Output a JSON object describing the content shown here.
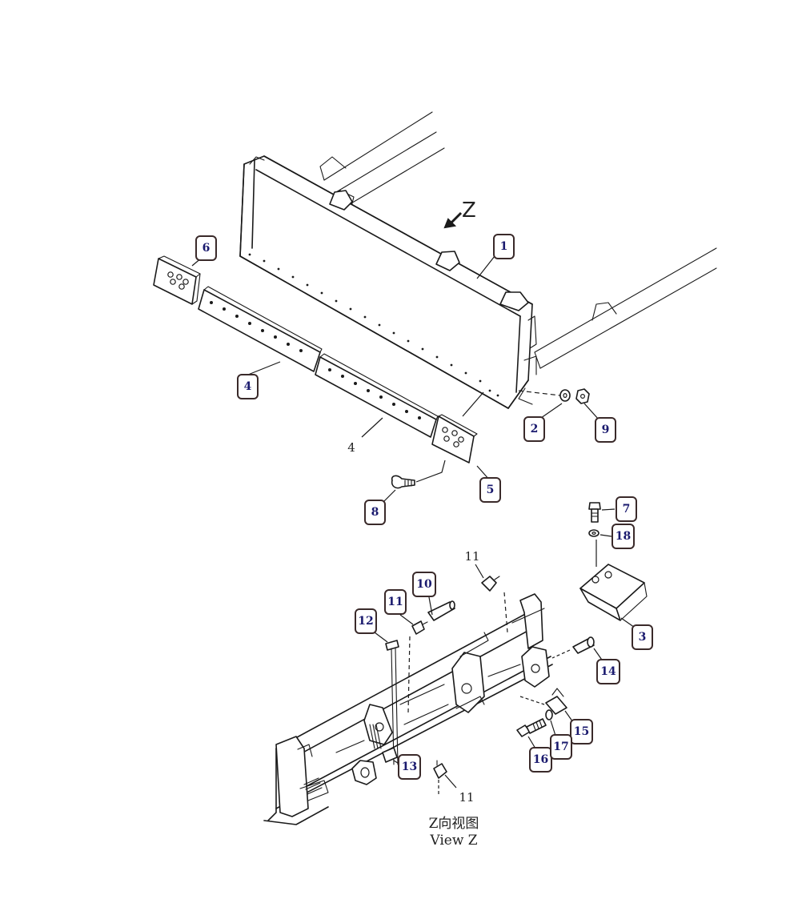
{
  "callouts": [
    "1",
    "2",
    "3",
    "4",
    "5",
    "6",
    "7",
    "8",
    "9",
    "10",
    "11",
    "12",
    "13",
    "14",
    "15",
    "16",
    "17",
    "18"
  ],
  "plain_labels": {
    "part_4_secondary": "4",
    "part_11_top": "11",
    "part_11_bottom": "11"
  },
  "view_arrow_letter": "Z",
  "view_caption": {
    "chinese": "Z向视图",
    "english": "View Z"
  }
}
